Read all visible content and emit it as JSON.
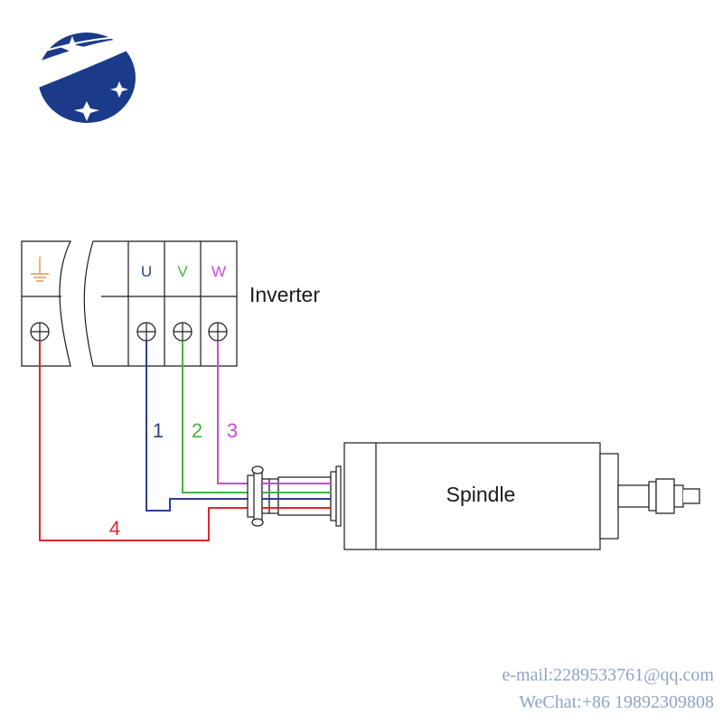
{
  "labels": {
    "inverter": "Inverter",
    "spindle": "Spindle",
    "terminal_u": "U",
    "terminal_v": "V",
    "terminal_w": "W"
  },
  "wires": [
    {
      "number": "1",
      "color": "#2b3f8f"
    },
    {
      "number": "2",
      "color": "#3fb63f"
    },
    {
      "number": "3",
      "color": "#c64bd6"
    },
    {
      "number": "4",
      "color": "#e0262b"
    }
  ],
  "contact": {
    "email": "e-mail:2289533761@qq.com",
    "wechat": "WeChat:+86  19892309808"
  },
  "colors": {
    "logo": "#1c3a8a",
    "outline": "#1a1a1a",
    "contact_text": "#8fa3c4"
  }
}
